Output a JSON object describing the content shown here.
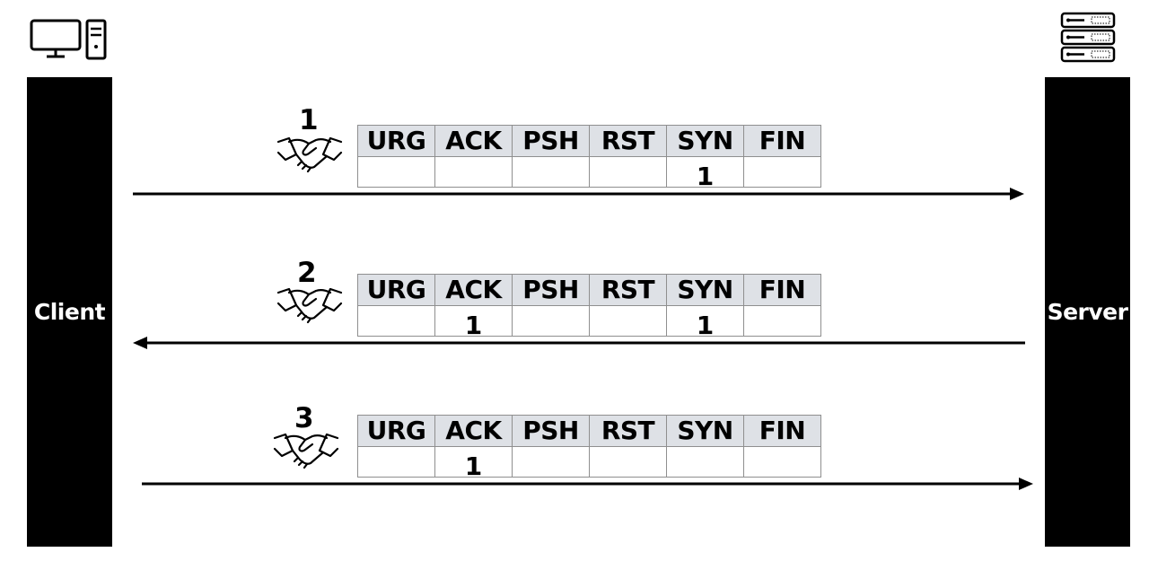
{
  "client": {
    "label": "Client"
  },
  "server": {
    "label": "Server"
  },
  "icons": {
    "client": "desktop-computer-icon",
    "server": "server-rack-icon",
    "step": "handshake-icon"
  },
  "flag_headers": [
    "URG",
    "ACK",
    "PSH",
    "RST",
    "SYN",
    "FIN"
  ],
  "steps": [
    {
      "number": "1",
      "direction": "client-to-server",
      "values": [
        "",
        "",
        "",
        "",
        "1",
        ""
      ]
    },
    {
      "number": "2",
      "direction": "server-to-client",
      "values": [
        "",
        "1",
        "",
        "",
        "1",
        ""
      ]
    },
    {
      "number": "3",
      "direction": "client-to-server",
      "values": [
        "",
        "1",
        "",
        "",
        "",
        ""
      ]
    }
  ],
  "colors": {
    "bar": "#000000",
    "header_fill": "#dee1e6",
    "cell_border": "#8f8f8f",
    "arrow": "#000000"
  }
}
